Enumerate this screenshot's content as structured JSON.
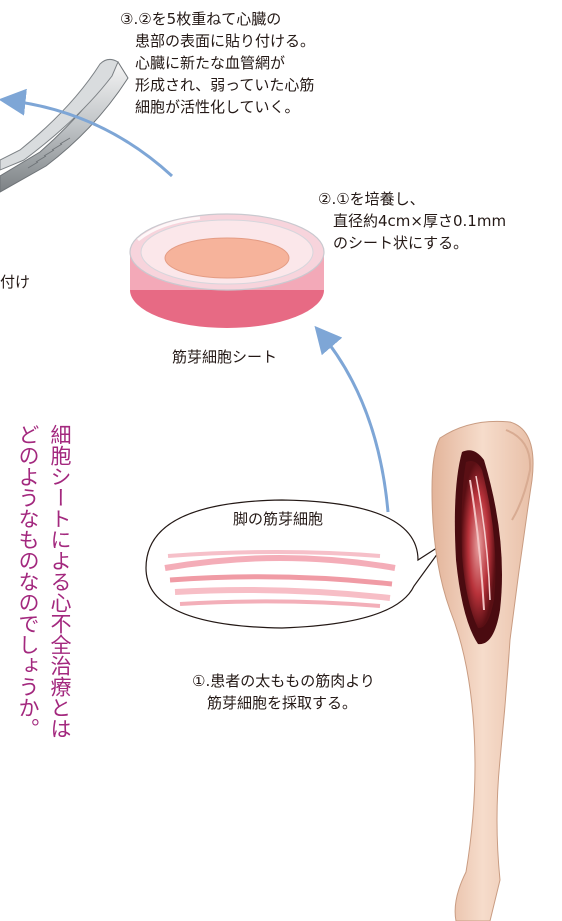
{
  "steps": {
    "step3": "③.②を5枚重ねて心臓の\n　患部の表面に貼り付ける。\n　心臓に新たな血管網が\n　形成され、弱っていた心筋\n　細胞が活性化していく。",
    "step2": "②.①を培養し、\n　直径約4cm×厚さ0.1mm\n　のシート状にする。",
    "step1": "①.患者の太ももの筋肉より\n　筋芽細胞を採取する。"
  },
  "labels": {
    "sheet": "筋芽細胞シート",
    "leg_cells": "脚の筋芽細胞",
    "edge_fragment": "付け"
  },
  "headline": {
    "line1": "細胞シートによる心不全治療とは",
    "line2": "どのようなものなのでしょうか。"
  },
  "colors": {
    "headline": "#a3287e",
    "arrow": "#7ea6d6",
    "muscle": "#c0392b",
    "skin": "#f2d5c2"
  }
}
